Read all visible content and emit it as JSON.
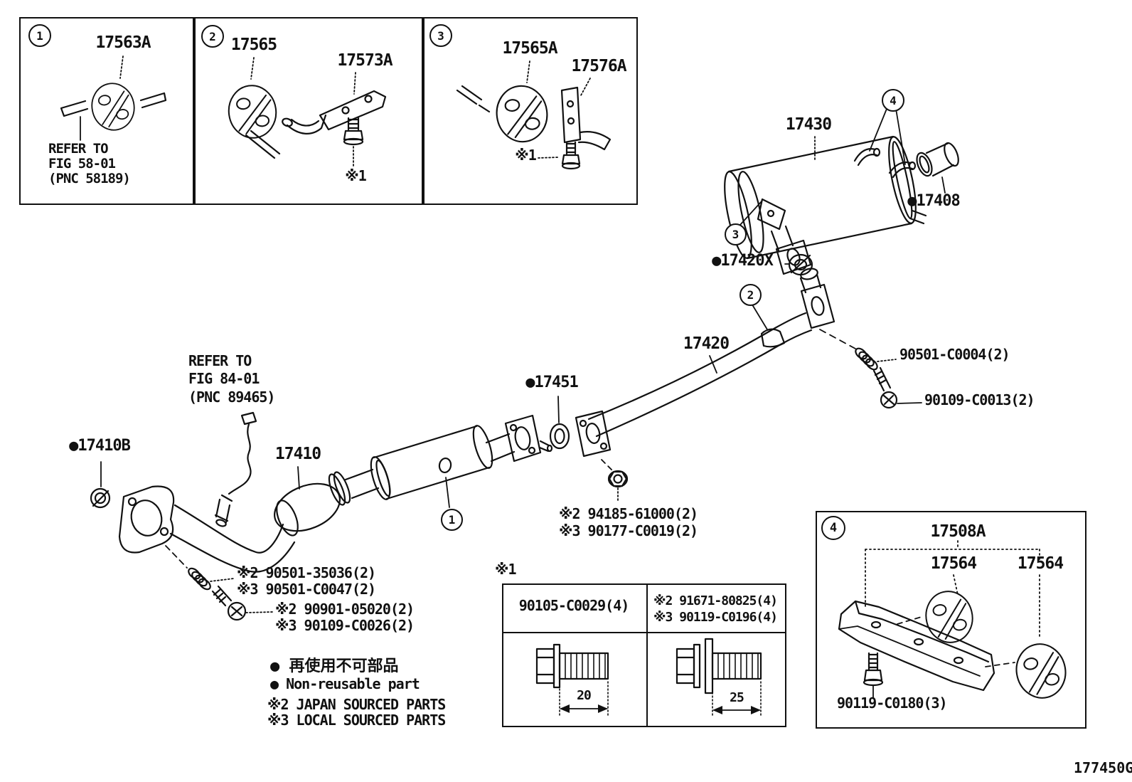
{
  "inset1": {
    "num": "1",
    "part": "17563A",
    "ref_line1": "REFER TO",
    "ref_line2": "FIG 58-01",
    "ref_line3": "(PNC 58189)"
  },
  "inset2": {
    "num": "2",
    "part1": "17565",
    "part2": "17573A",
    "note": "※1"
  },
  "inset3": {
    "num": "3",
    "part1": "17565A",
    "part2": "17576A",
    "note": "※1"
  },
  "inset4": {
    "num": "4",
    "part_bracket": "17508A",
    "part_hanger_left": "17564",
    "part_hanger_right": "17564",
    "bolt": "90119-C0180(3)"
  },
  "main": {
    "callout1": "1",
    "callout2": "2",
    "callout3": "3",
    "callout4": "4",
    "muffler": "17430",
    "tail_pipe": "●17408",
    "gasket_rear": "●17420X",
    "center_pipe": "17420",
    "spring_rear": "90501-C0004(2)",
    "bolt_rear": "90109-C0013(2)",
    "ref_line1": "REFER TO",
    "ref_line2": "FIG 84-01",
    "ref_line3": "(PNC 89465)",
    "gasket_front": "●17410B",
    "front_pipe": "17410",
    "gasket_mid": "●17451",
    "nut_jp": "※2 94185-61000(2)",
    "nut_local": "※3 90177-C0019(2)",
    "spring_front_jp": "※2 90501-35036(2)",
    "spring_front_local": "※3 90501-C0047(2)",
    "bolt_front_jp": "※2 90901-05020(2)",
    "bolt_front_local": "※3 90109-C0026(2)"
  },
  "legend": {
    "non_reusable_jp": "● 再使用不可部品",
    "non_reusable_en": "● Non-reusable part",
    "japan_sourced": "※2 JAPAN SOURCED PARTS",
    "local_sourced": "※3 LOCAL SOURCED PARTS"
  },
  "table": {
    "title": "※1",
    "col1_header": "90105-C0029(4)",
    "col2_header_jp": "※2 91671-80825(4)",
    "col2_header_local": "※3 90119-C0196(4)",
    "col1_length": "20",
    "col2_length": "25"
  },
  "footer": {
    "code": "177450G"
  }
}
